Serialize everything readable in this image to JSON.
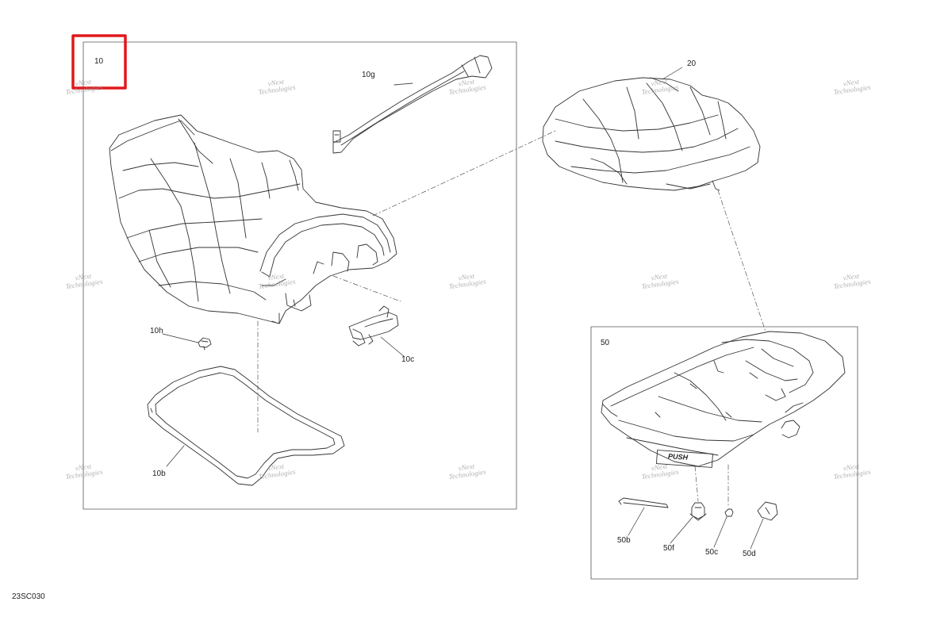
{
  "diagram_id": "23SC030",
  "highlight_color": "#e0191d",
  "callouts": {
    "group_10": "10",
    "part_10g": "10g",
    "part_20": "20",
    "part_10h": "10h",
    "part_10c": "10c",
    "part_10b": "10b",
    "group_50": "50",
    "part_50b": "50b",
    "part_50f": "50f",
    "part_50c": "50c",
    "part_50d": "50d"
  },
  "watermark": {
    "line1": "vNext",
    "line2": "Technologies"
  },
  "push_badge": "PUSH"
}
